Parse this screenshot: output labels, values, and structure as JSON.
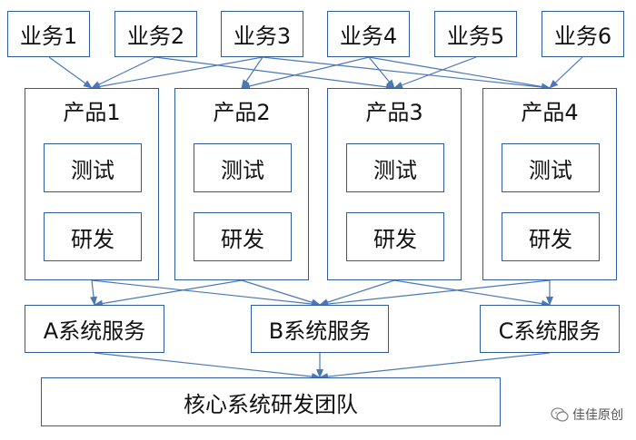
{
  "business": [
    "业务1",
    "业务2",
    "业务3",
    "业务4",
    "业务5",
    "业务6"
  ],
  "products": [
    {
      "title": "产品1",
      "test": "测试",
      "dev": "研发"
    },
    {
      "title": "产品2",
      "test": "测试",
      "dev": "研发"
    },
    {
      "title": "产品3",
      "test": "测试",
      "dev": "研发"
    },
    {
      "title": "产品4",
      "test": "测试",
      "dev": "研发"
    }
  ],
  "services": [
    "A系统服务",
    "B系统服务",
    "C系统服务"
  ],
  "core": "核心系统研发团队",
  "watermark": "佳佳原创",
  "colors": {
    "border": "#2e5c9e",
    "arrow": "#4a78b6"
  }
}
